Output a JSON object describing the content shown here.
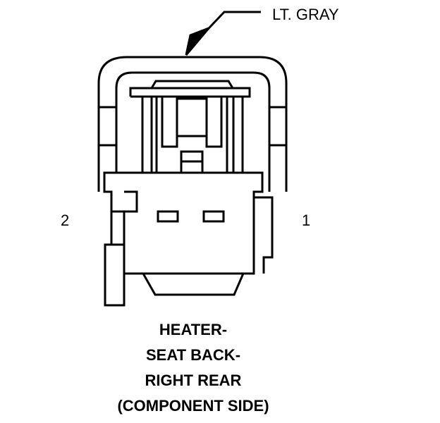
{
  "connector": {
    "color_label": "LT. GRAY",
    "pins": {
      "left": "2",
      "right": "1"
    },
    "caption_lines": [
      "HEATER-",
      "SEAT BACK-",
      "RIGHT REAR",
      "(COMPONENT SIDE)"
    ]
  }
}
